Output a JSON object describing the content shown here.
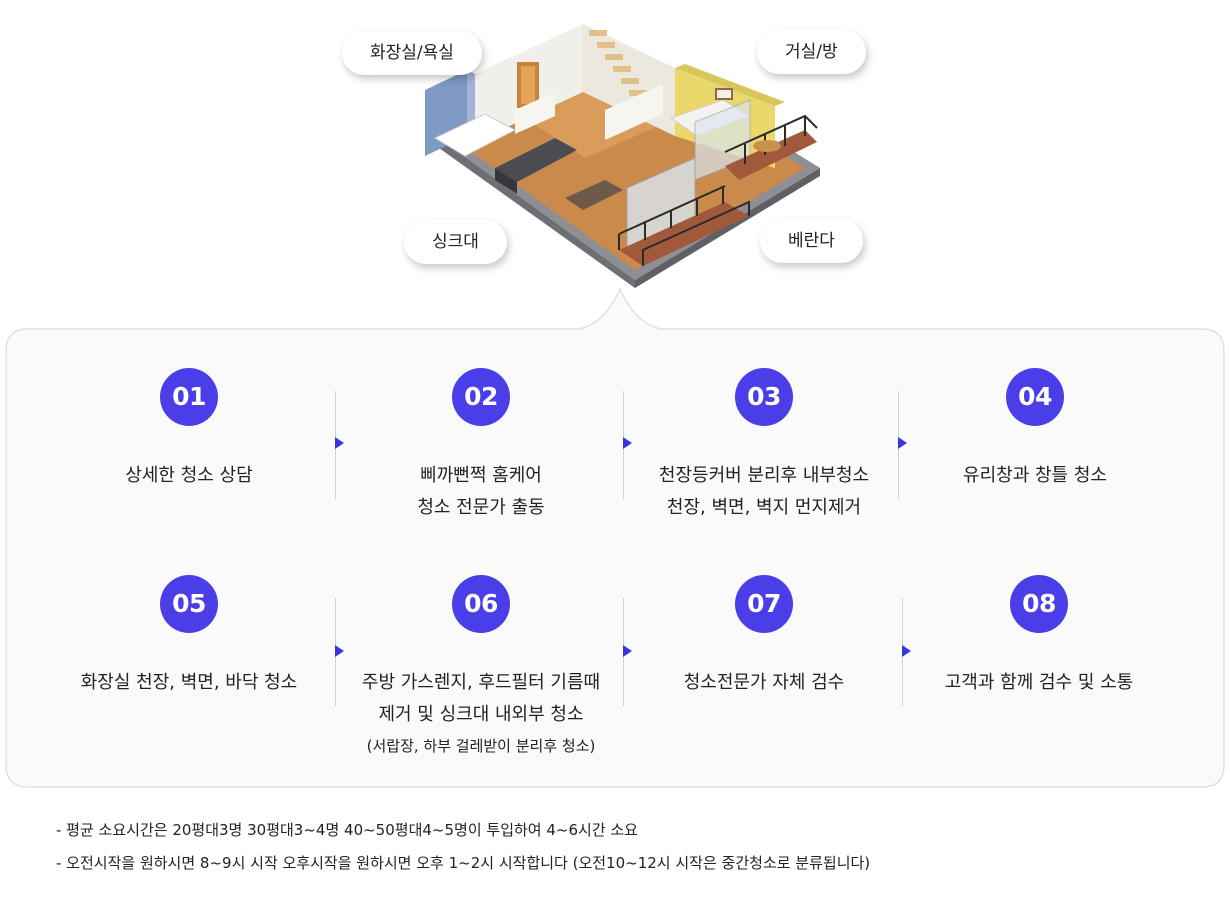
{
  "illustration": {
    "labels": {
      "bathroom": "화장실/욕실",
      "living_room": "거실/방",
      "sink": "싱크대",
      "veranda": "베란다"
    }
  },
  "colors": {
    "accent": "#4a3ee8",
    "arrow": "#3b35e0",
    "panel_bg": "#fafafb",
    "panel_border": "#d9dbe3"
  },
  "steps": [
    {
      "num": "01",
      "line1": "상세한 청소 상담",
      "line2": "",
      "sub": ""
    },
    {
      "num": "02",
      "line1": "삐까뻔쩍 홈케어",
      "line2": "청소 전문가 출동",
      "sub": ""
    },
    {
      "num": "03",
      "line1": "천장등커버 분리후 내부청소",
      "line2": "천장, 벽면, 벽지 먼지제거",
      "sub": ""
    },
    {
      "num": "04",
      "line1": "유리창과 창틀 청소",
      "line2": "",
      "sub": ""
    },
    {
      "num": "05",
      "line1": "화장실 천장, 벽면, 바닥 청소",
      "line2": "",
      "sub": ""
    },
    {
      "num": "06",
      "line1": "주방 가스렌지, 후드필터 기름때",
      "line2": "제거 및 싱크대 내외부 청소",
      "sub": "(서랍장, 하부 걸레받이 분리후 청소)"
    },
    {
      "num": "07",
      "line1": "청소전문가 자체 검수",
      "line2": "",
      "sub": ""
    },
    {
      "num": "08",
      "line1": "고객과 함께 검수 및 소통",
      "line2": "",
      "sub": ""
    }
  ],
  "notes": [
    "- 평균 소요시간은 20평대3명 30평대3~4명 40~50평대4~5명이 투입하여 4~6시간 소요",
    "- 오전시작을 원하시면 8~9시 시작 오후시작을 원하시면 오후 1~2시 시작합니다 (오전10~12시 시작은 중간청소로 분류됩니다)"
  ]
}
